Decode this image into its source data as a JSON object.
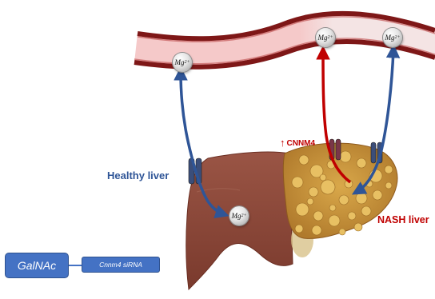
{
  "labels": {
    "healthy_liver": "Healthy liver",
    "nash_liver": "NASH liver",
    "cnnm4": "CNNM4",
    "cnnm4_arrow": "↑"
  },
  "therapy": {
    "galnac": "GalNAc",
    "sirna": "Cnnm4 siRNA"
  },
  "ion": {
    "symbol": "Mg",
    "charge": "2+"
  },
  "colors": {
    "healthy_text": "#2f5597",
    "nash_text": "#c00000",
    "blue_arrow": "#2f5597",
    "red_arrow": "#c00000",
    "vessel_wall": "#8b1a1a",
    "vessel_lumen": "#f6d5d5",
    "healthy_liver": "#8b4a3a",
    "nash_liver": "#c8943a",
    "box_fill": "#4472c4"
  }
}
